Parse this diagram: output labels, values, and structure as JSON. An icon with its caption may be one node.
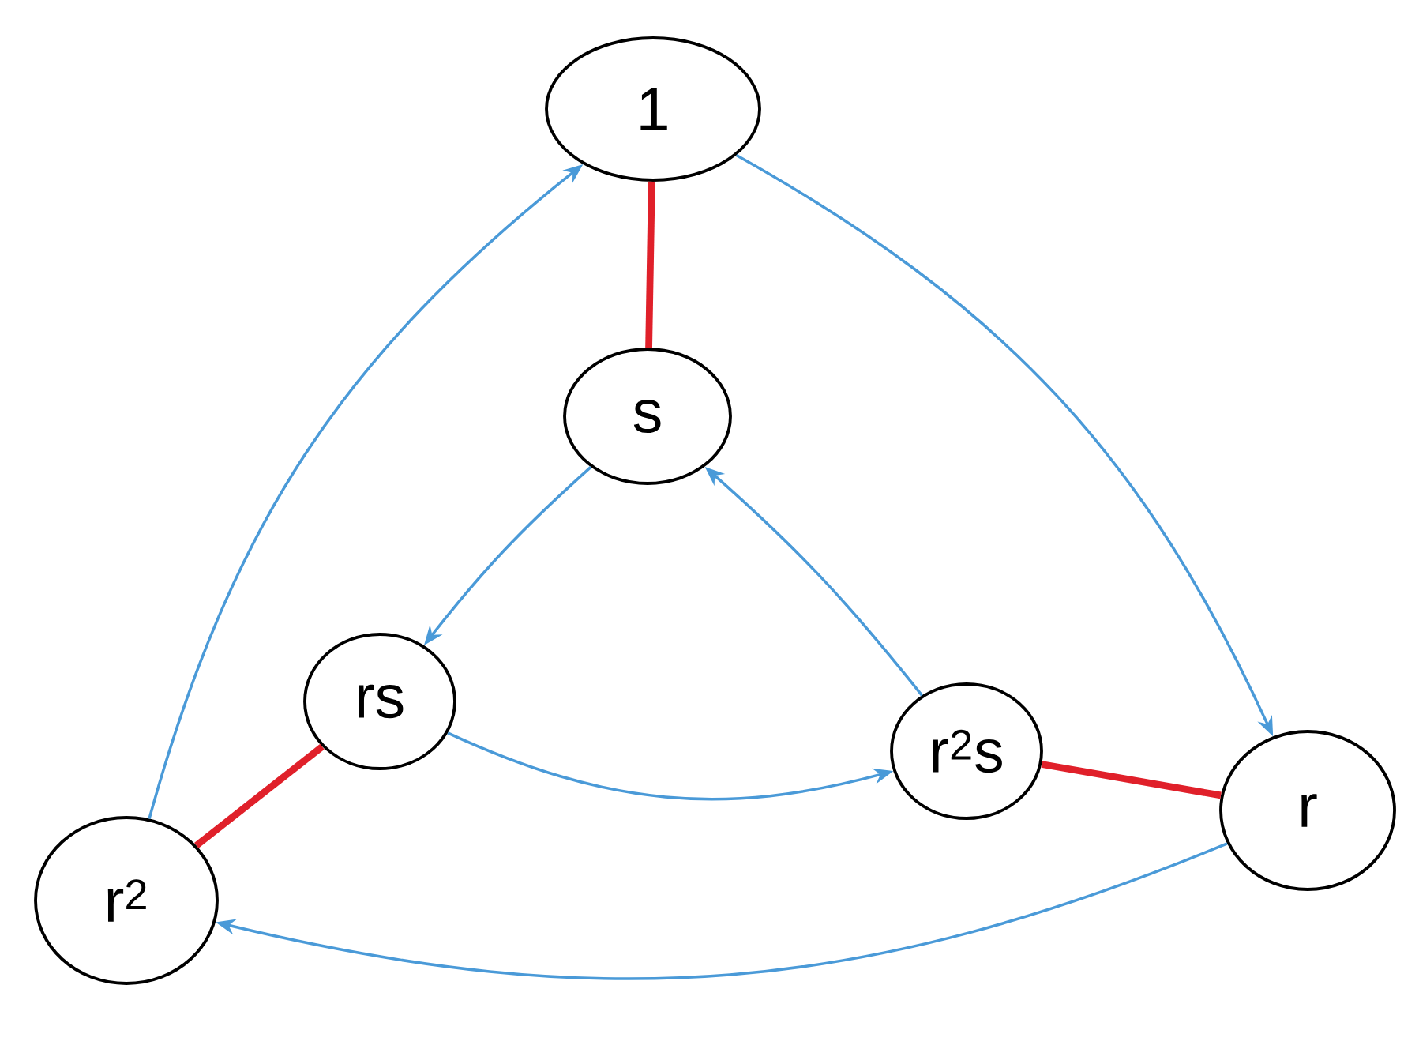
{
  "diagram": {
    "nodes": [
      {
        "text": [
          "1"
        ]
      },
      {
        "text": [
          "s"
        ]
      },
      {
        "text": [
          "rs"
        ]
      },
      {
        "text": [
          "r$^{2}$s"
        ]
      },
      {
        "text": [
          "r"
        ]
      },
      {
        "text": [
          "r$^{2}$"
        ]
      }
    ],
    "edges": [
      {
        "from": 0,
        "to": 4,
        "arrow": "to"
      },
      {
        "from": 4,
        "to": 5,
        "arrow": "to"
      },
      {
        "from": 5,
        "to": 0,
        "arrow": "to"
      },
      {
        "from": 1,
        "to": 2,
        "arrow": "to"
      },
      {
        "from": 2,
        "to": 3,
        "arrow": "to"
      },
      {
        "from": 3,
        "to": 1,
        "arrow": "to"
      },
      {
        "from": 0,
        "to": 1,
        "arrow": "none",
        "style": "thick",
        "color": "#e0202a"
      },
      {
        "from": 2,
        "to": 5,
        "arrow": "none",
        "style": "thick",
        "color": "#e0202a"
      },
      {
        "from": 3,
        "to": 4,
        "arrow": "none",
        "style": "thick",
        "color": "#e0202a"
      }
    ]
  }
}
